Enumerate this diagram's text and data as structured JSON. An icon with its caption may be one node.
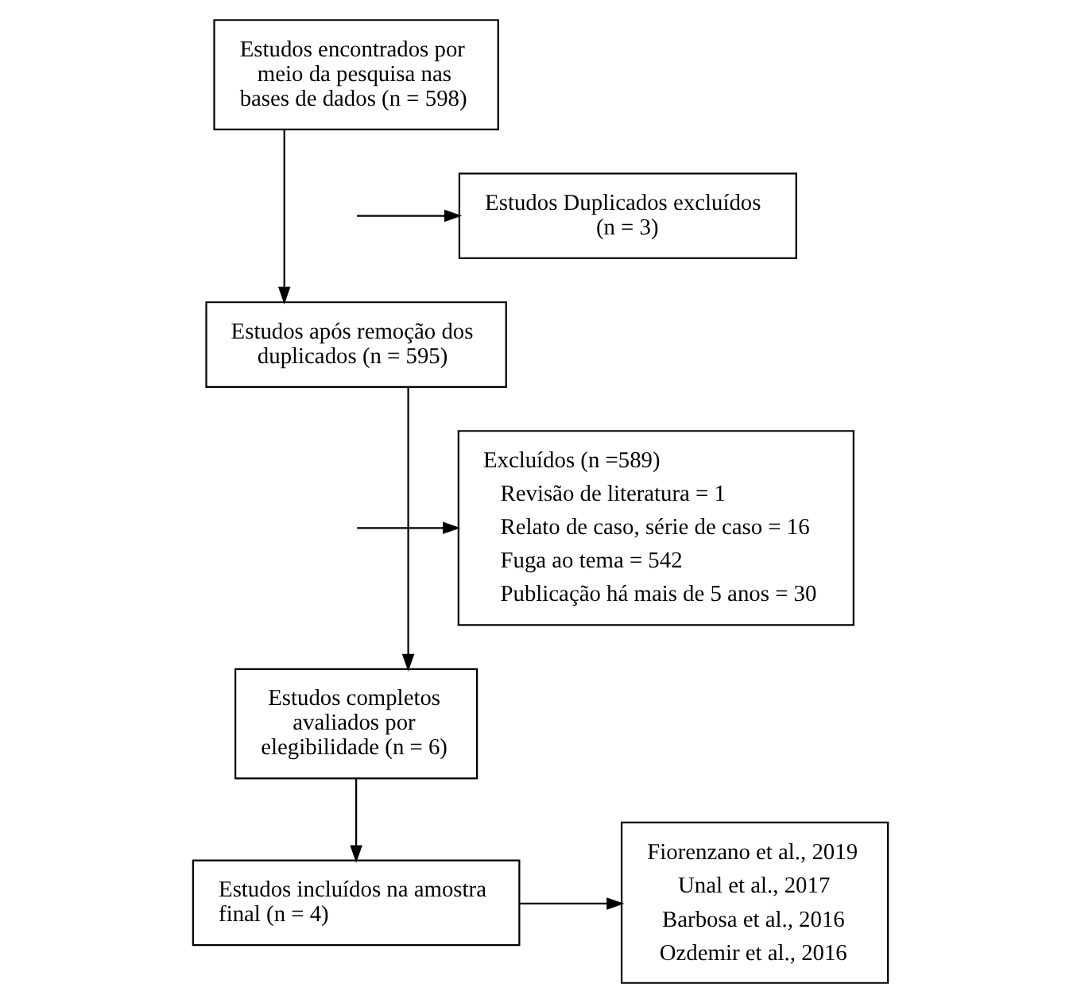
{
  "diagram": {
    "nodes": [
      {
        "text": [
          "Estudos encontrados por meio da pesquisa nas bases de dados (n = 598)"
        ]
      },
      {
        "text": [
          "Estudos Duplicados excluídos (n = 3)"
        ]
      },
      {
        "text": [
          "Estudos após remoção dos duplicados (n = 595)"
        ]
      },
      {
        "text": [
          "Excluídos (n =589)",
          "Revisão de literatura = 1",
          "Relato de caso, série de caso = 16",
          "Fuga ao tema = 542",
          "Publicação há mais de 5 anos = 30"
        ]
      },
      {
        "text": [
          "Estudos completos avaliados por elegibilidade (n = 6)"
        ]
      },
      {
        "text": [
          "Estudos incluídos na amostra final (n = 4)"
        ]
      },
      {
        "text": [
          "Fiorenzano et al., 2019",
          "Unal et al., 2017",
          "Barbosa et al., 2016",
          "Ozdemir et al., 2016"
        ]
      }
    ],
    "edges": [
      {
        "from": 0,
        "to": 2,
        "arrow": "to"
      },
      {
        "from": null,
        "to": 1,
        "arrow": "to"
      },
      {
        "from": 2,
        "to": 4,
        "arrow": "to"
      },
      {
        "from": null,
        "to": 3,
        "arrow": "to"
      },
      {
        "from": 4,
        "to": 5,
        "arrow": "to"
      },
      {
        "from": 5,
        "to": 6,
        "arrow": "to"
      }
    ]
  }
}
